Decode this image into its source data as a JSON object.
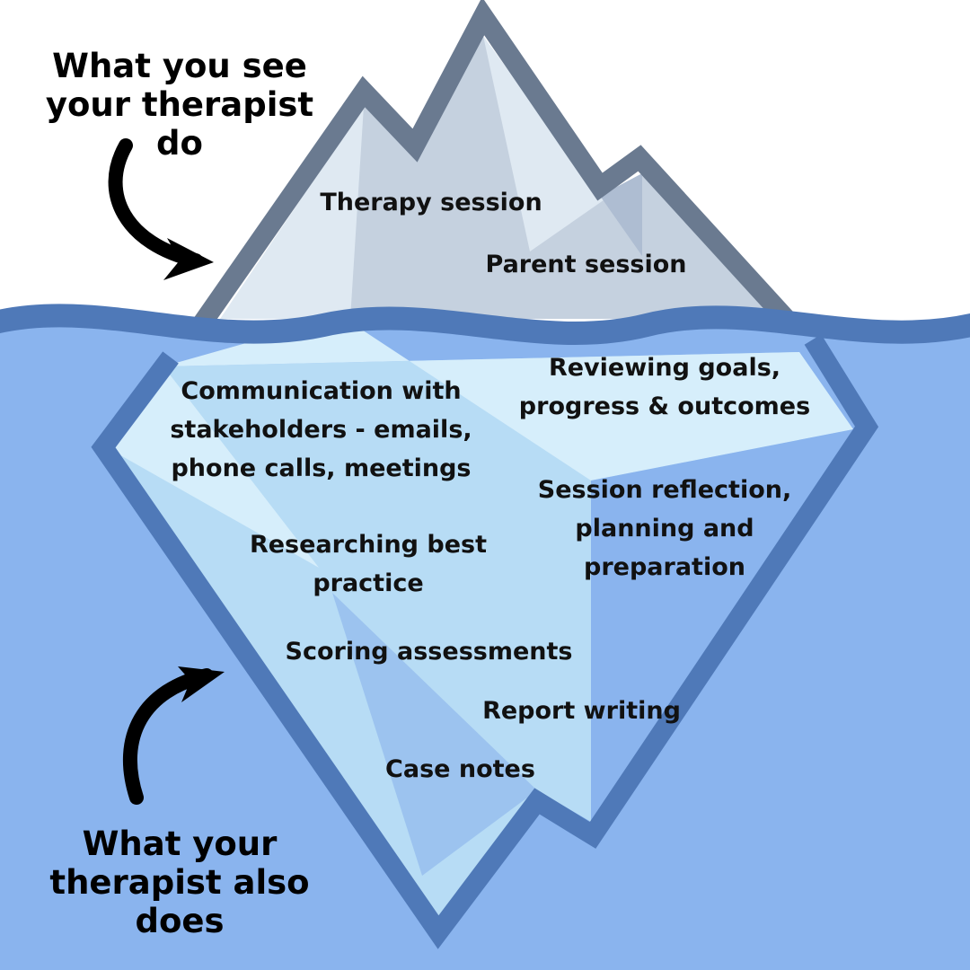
{
  "captions": {
    "top": "What you see\nyour therapist\ndo",
    "bottom": "What your\ntherapist also\ndoes"
  },
  "above_water": {
    "items": [
      "Therapy session",
      "Parent session"
    ]
  },
  "below_water": {
    "items": [
      "Communication with\nstakeholders - emails,\nphone calls, meetings",
      "Reviewing goals,\nprogress & outcomes",
      "Session reflection,\nplanning and\npreparation",
      "Researching best\npractice",
      "Scoring assessments",
      "Report writing",
      "Case notes"
    ]
  },
  "colors": {
    "water": "#8ab4ee",
    "water_line": "#4f79b8",
    "iceberg_outline_top": "#6a7a90",
    "iceberg_outline_bottom": "#4f79b8",
    "tip_light": "#dfe9f2",
    "tip_mid": "#c5d1df",
    "tip_dark": "#aebdd2",
    "ice_light": "#d6eefb",
    "ice_mid": "#b7dcf5",
    "text": "#111111"
  },
  "icons": [
    "arrow-down-right-icon",
    "arrow-up-right-icon"
  ]
}
